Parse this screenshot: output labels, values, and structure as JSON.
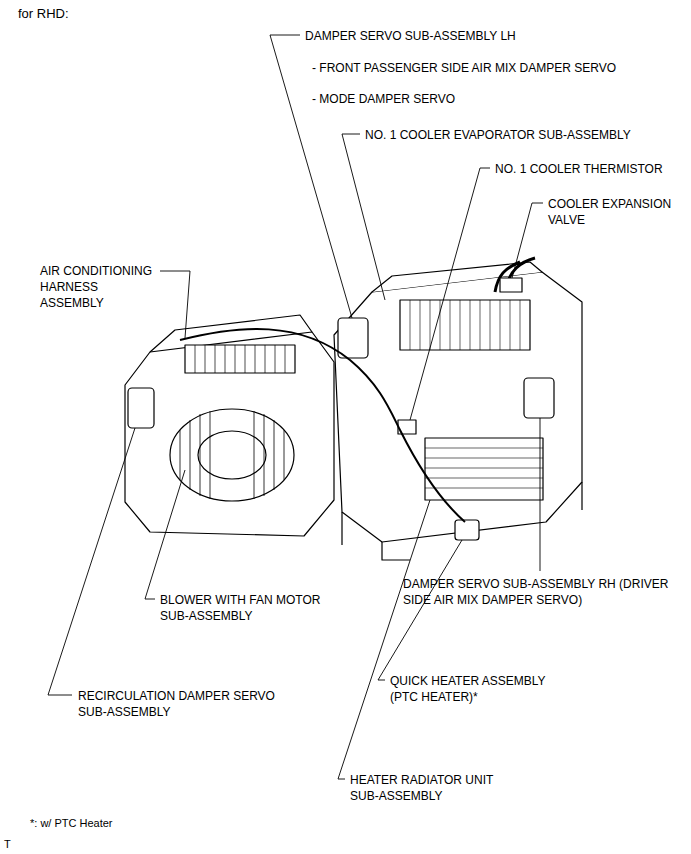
{
  "diagram": {
    "title": "for RHD:",
    "labels": [
      "DAMPER SERVO SUB-ASSEMBLY LH",
      "- FRONT PASSENGER SIDE AIR MIX DAMPER SERVO",
      "- MODE DAMPER SERVO",
      "NO. 1 COOLER EVAPORATOR SUB-ASSEMBLY",
      "NO. 1 COOLER THERMISTOR",
      "COOLER EXPANSION VALVE",
      "AIR CONDITIONING HARNESS ASSEMBLY",
      "BLOWER WITH FAN MOTOR SUB-ASSEMBLY",
      "RECIRCULATION DAMPER SERVO SUB-ASSEMBLY",
      "DAMPER SERVO SUB-ASSEMBLY RH (DRIVER SIDE AIR MIX DAMPER SERVO)",
      "QUICK HEATER ASSEMBLY (PTC HEATER)*",
      "HEATER RADIATOR UNIT SUB-ASSEMBLY",
      "*: w/ PTC Heater",
      "T"
    ]
  }
}
